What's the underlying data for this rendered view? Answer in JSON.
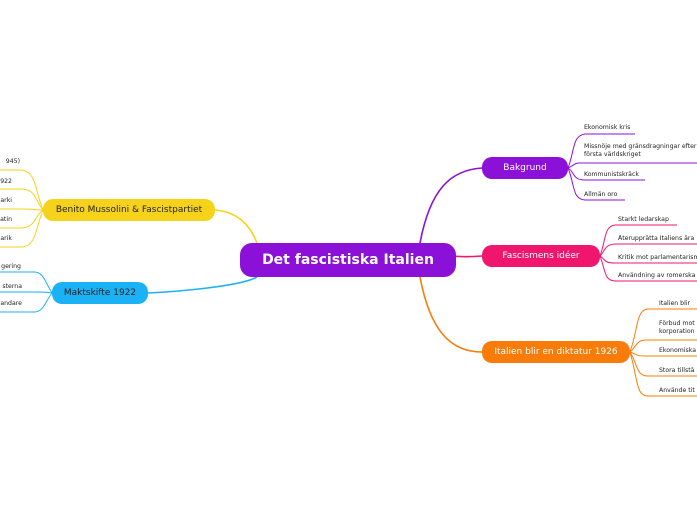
{
  "central": {
    "label": "Det fascistiska Italien"
  },
  "colors": {
    "central": "#8b10d8",
    "bakgrund": "#8b10d8",
    "ideer": "#f0166e",
    "diktatur": "#f97c0a",
    "mussolini": "#f7d21a",
    "maktskifte": "#1ab2f5"
  },
  "branches": {
    "bakgrund": {
      "label": "Bakgrund",
      "children": [
        "Ekonomisk kris",
        "Missnöje med gränsdragningar efter första världskriget",
        "Kommunistskräck",
        "Allmän oro"
      ]
    },
    "ideer": {
      "label": "Fascismens idéer",
      "children": [
        "Starkt ledarskap",
        "Återupprätta Italiens ära",
        "Kritik mot parlamentarismen",
        "Användning av romerska symboler"
      ]
    },
    "diktatur": {
      "label": "Italien blir en diktatur 1926",
      "children": [
        "Italien blir",
        "Förbud mot",
        "korporation",
        "Ekonomiska",
        "Stora tillstå",
        "Använde tit"
      ]
    },
    "mussolini": {
      "label": "Benito Mussolini & Fascistpartiet",
      "children": [
        "945)",
        "922",
        "arki",
        "atin",
        "arik"
      ]
    },
    "maktskifte": {
      "label": "Maktskifte 1922",
      "children": [
        "gering",
        "sterna",
        "andare"
      ]
    }
  }
}
